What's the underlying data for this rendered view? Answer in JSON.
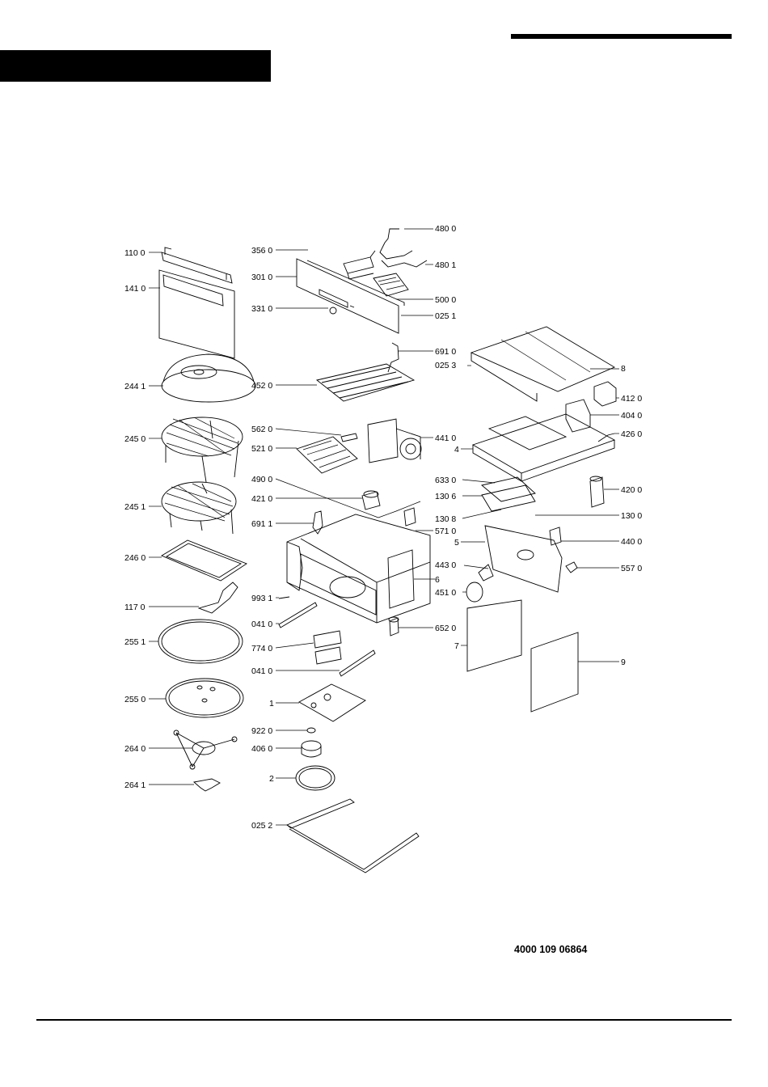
{
  "document_number": "4000 109 06864",
  "part_labels": {
    "p1100": "110 0",
    "p1410": "141 0",
    "p2441": "244 1",
    "p2450": "245 0",
    "p2451": "245 1",
    "p2460": "246 0",
    "p1170": "117 0",
    "p2551": "255 1",
    "p2550": "255 0",
    "p2640": "264 0",
    "p2641": "264 1",
    "p3560": "356 0",
    "p3010": "301 0",
    "p3310": "331 0",
    "p4800": "480 0",
    "p4801": "480 1",
    "p5000": "500 0",
    "p0251": "025 1",
    "p6910": "691 0",
    "p0253": "025 3",
    "p4520": "452 0",
    "p5620": "562 0",
    "p5210": "521 0",
    "p4410": "441 0",
    "p4900": "490 0",
    "p4210": "421 0",
    "p6911": "691 1",
    "p5710": "571 0",
    "p9931": "993 1",
    "p0410a": "041 0",
    "p7740": "774 0",
    "p0410b": "041 0",
    "p9220": "922 0",
    "p4060": "406 0",
    "p0252": "025 2",
    "p6520": "652 0",
    "p4430": "443 0",
    "p4510": "451 0",
    "p4120": "412 0",
    "p4040": "404 0",
    "p4260": "426 0",
    "p4200": "420 0",
    "p6330": "633 0",
    "p1306": "130 6",
    "p1308": "130 8",
    "p1300": "130 0",
    "p4400": "440 0",
    "p5570": "557 0",
    "n1": "1",
    "n2": "2",
    "n4": "4",
    "n5": "5",
    "n6": "6",
    "n7": "7",
    "n8": "8",
    "n9": "9"
  }
}
